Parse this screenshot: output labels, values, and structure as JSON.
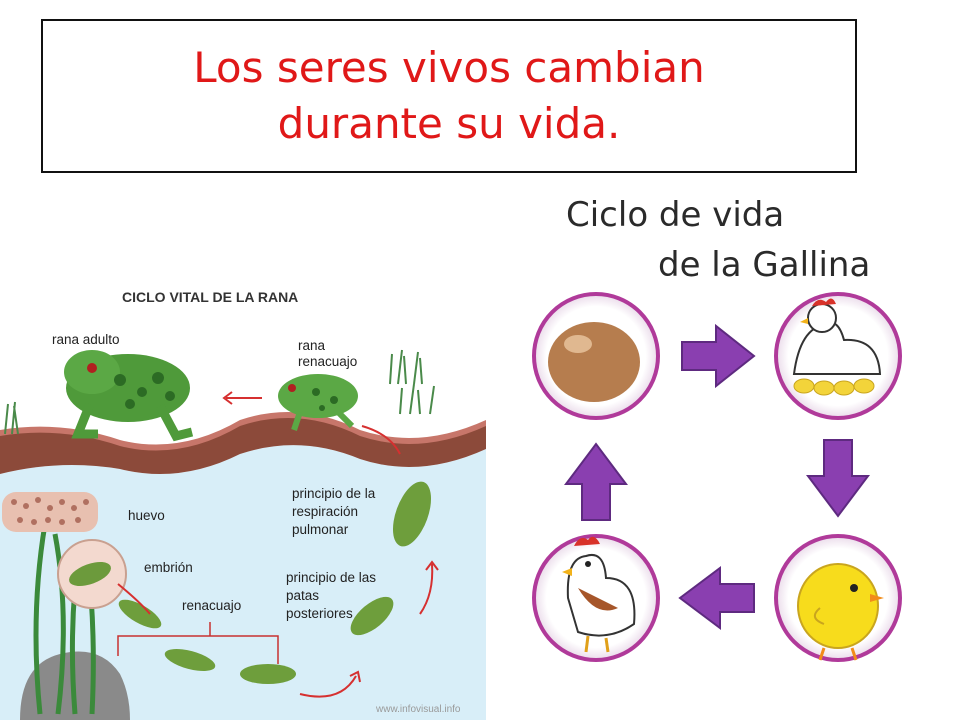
{
  "title": {
    "line1": "Los seres vivos cambian",
    "line2": "durante su vida."
  },
  "frog": {
    "title": "CICLO VITAL DE LA RANA",
    "labels": {
      "adult": "rana adulto",
      "froglet_1": "rana",
      "froglet_2": "renacuajo",
      "lung_1": "principio de la",
      "lung_2": "respiración",
      "lung_3": "pulmonar",
      "egg": "huevo",
      "embryo": "embrión",
      "tadpole": "renacuajo",
      "legs_1": "principio de las",
      "legs_2": "patas",
      "legs_3": "posteriores"
    },
    "watermark": "www.infovisual.info"
  },
  "hen": {
    "title_line1": "Ciclo de vida",
    "title_line2": "de la Gallina",
    "stages": [
      "egg",
      "hen-nesting",
      "chick",
      "hen"
    ],
    "colors": {
      "ring": "#b03a9a",
      "arrow": "#8a3fb0"
    }
  }
}
